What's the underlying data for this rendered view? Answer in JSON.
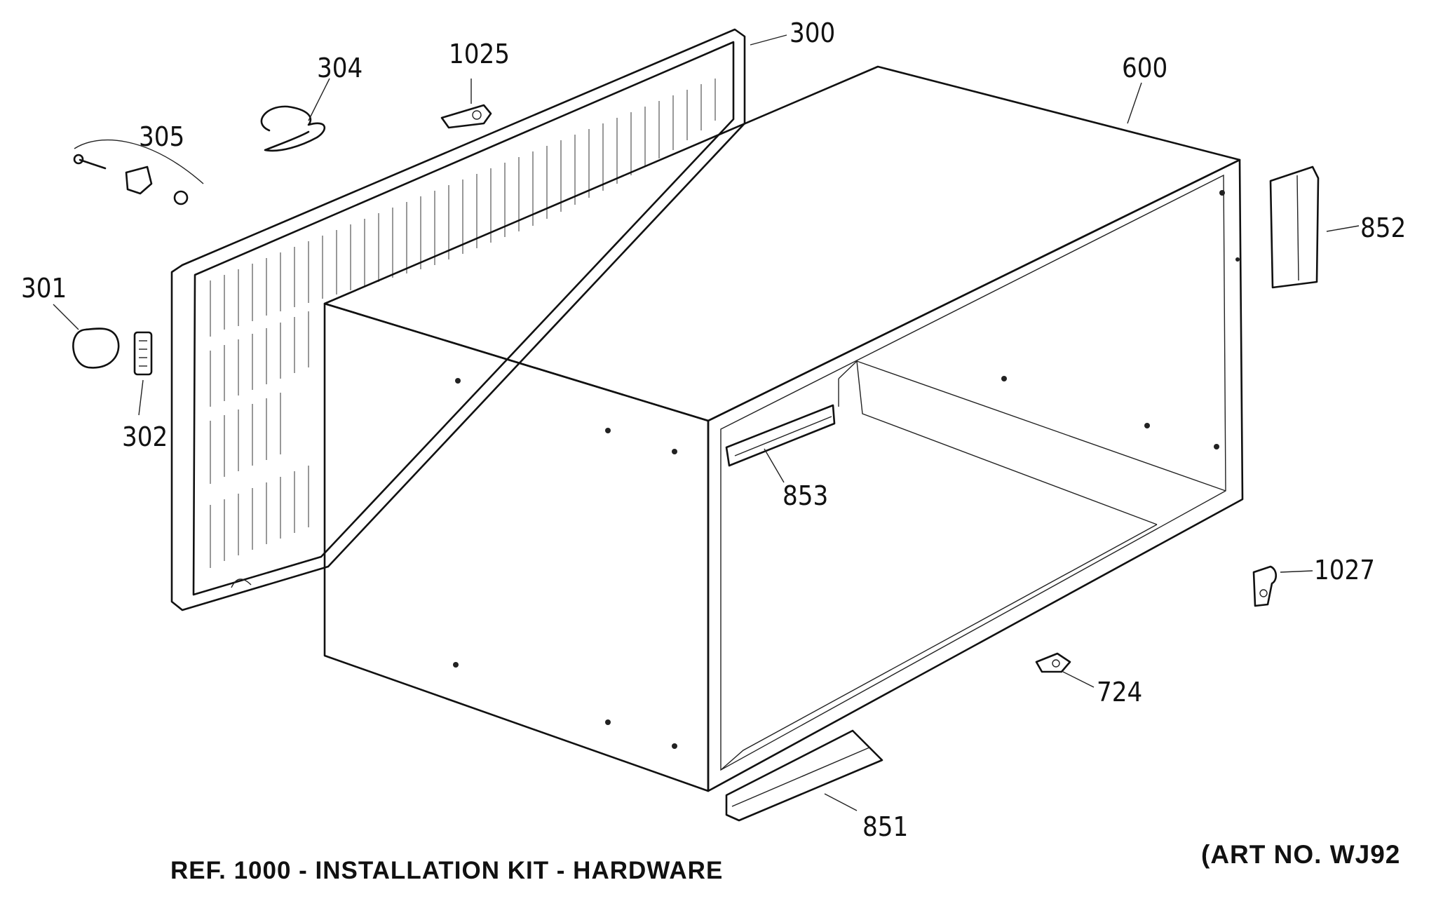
{
  "labels": {
    "p300": "300",
    "p304": "304",
    "p1025": "1025",
    "p305": "305",
    "p600": "600",
    "p852": "852",
    "p301": "301",
    "p302": "302",
    "p853": "853",
    "p1027": "1027",
    "p724": "724",
    "p851": "851"
  },
  "captions": {
    "kit": "REF. 1000 - INSTALLATION KIT - HARDWARE",
    "art": "(ART NO. WJ92"
  }
}
